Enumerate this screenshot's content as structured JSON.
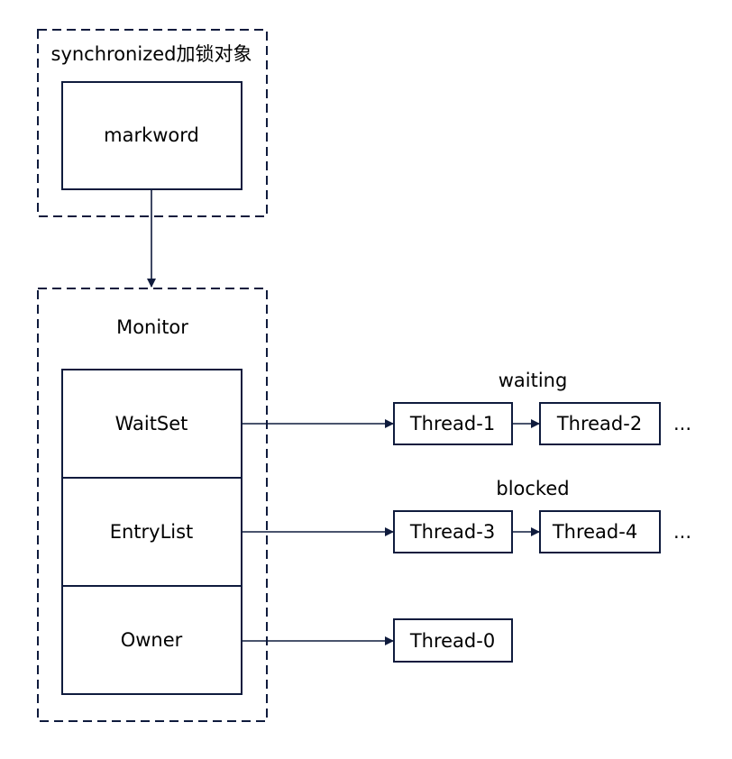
{
  "colors": {
    "stroke": "#0f1b3d",
    "background": "#ffffff",
    "text": "#000000"
  },
  "lock_object": {
    "title": "synchronized加锁对象",
    "markword": "markword"
  },
  "monitor": {
    "title": "Monitor",
    "waitset": "WaitSet",
    "entrylist": "EntryList",
    "owner": "Owner"
  },
  "waiting": {
    "label": "waiting",
    "threads": [
      "Thread-1",
      "Thread-2"
    ],
    "more": "..."
  },
  "blocked": {
    "label": "blocked",
    "threads": [
      "Thread-3",
      "Thread-4"
    ],
    "more": "..."
  },
  "owner_thread": "Thread-0"
}
